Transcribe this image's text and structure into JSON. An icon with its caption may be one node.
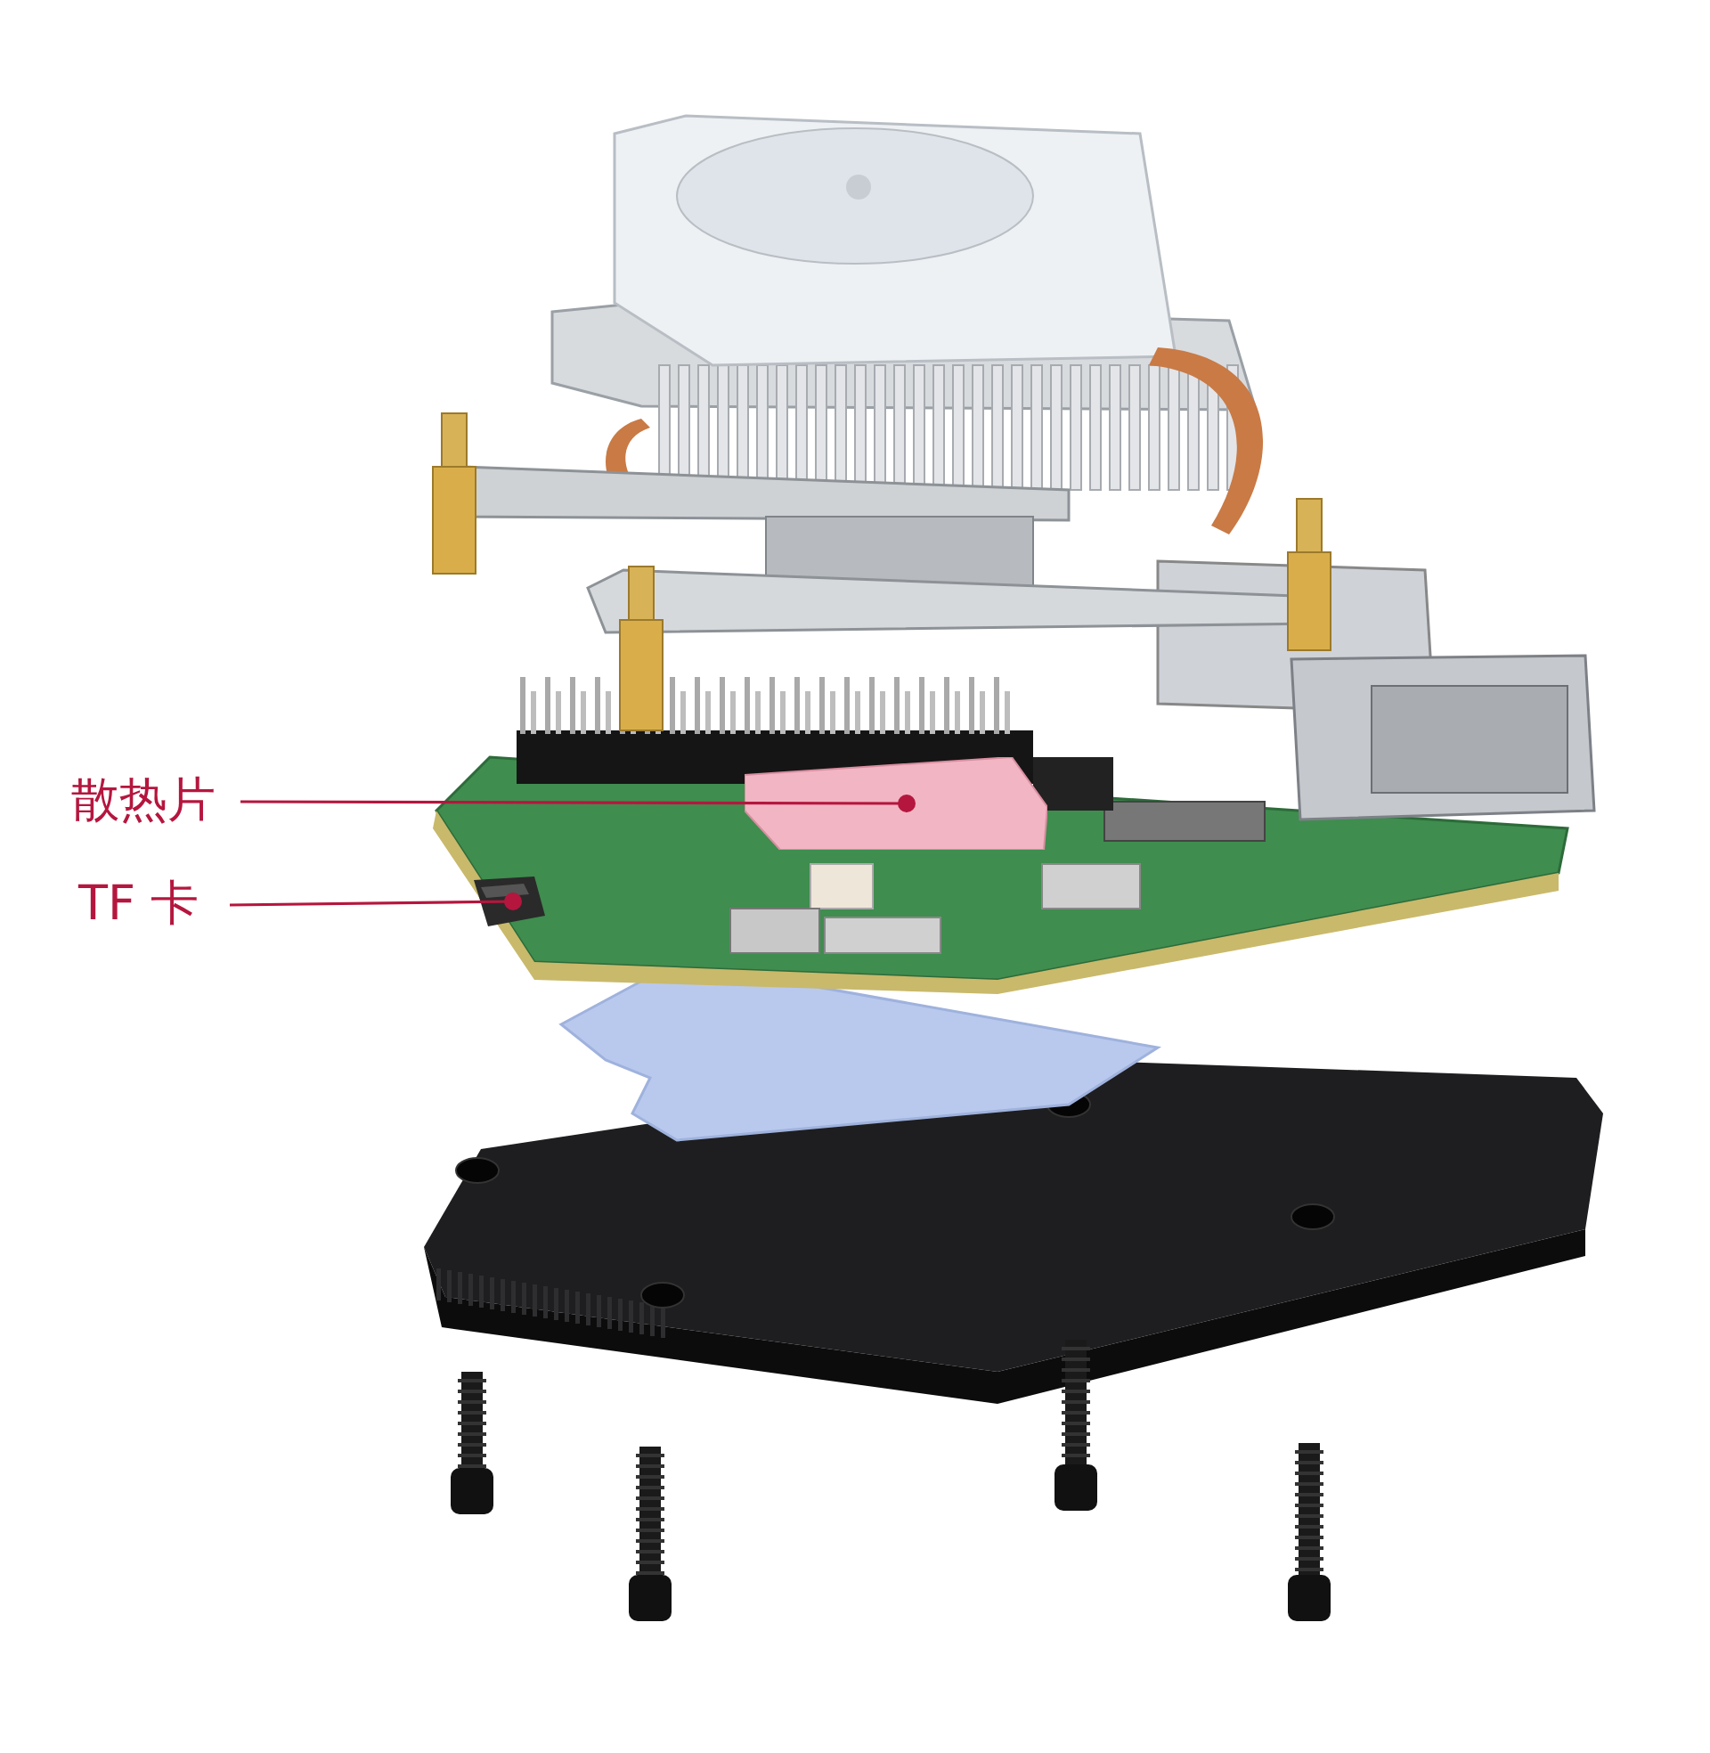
{
  "diagram": {
    "nodes": [
      {
        "text": [
          "散热片"
        ]
      },
      {
        "text": [],
        "shape": "box"
      },
      {
        "text": [
          "TF 卡"
        ]
      },
      {
        "text": [],
        "shape": "picture"
      }
    ],
    "edges": [
      {
        "from": 0,
        "to": 1,
        "arrow": "other"
      },
      {
        "from": 2,
        "to": 3,
        "arrow": "other"
      }
    ]
  }
}
